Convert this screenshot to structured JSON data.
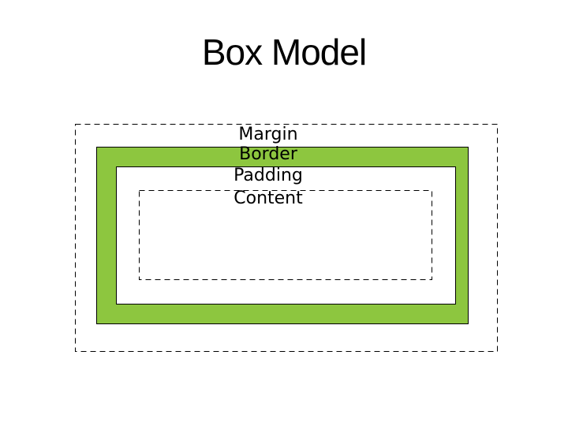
{
  "slide": {
    "title": "Box Model"
  },
  "diagram": {
    "margin_label": "Margin",
    "border_label": "Border",
    "padding_label": "Padding",
    "content_label": "Content"
  },
  "colors": {
    "border_fill": "#8dc63f",
    "outline": "#000000",
    "background": "#ffffff",
    "text": "#000000"
  }
}
